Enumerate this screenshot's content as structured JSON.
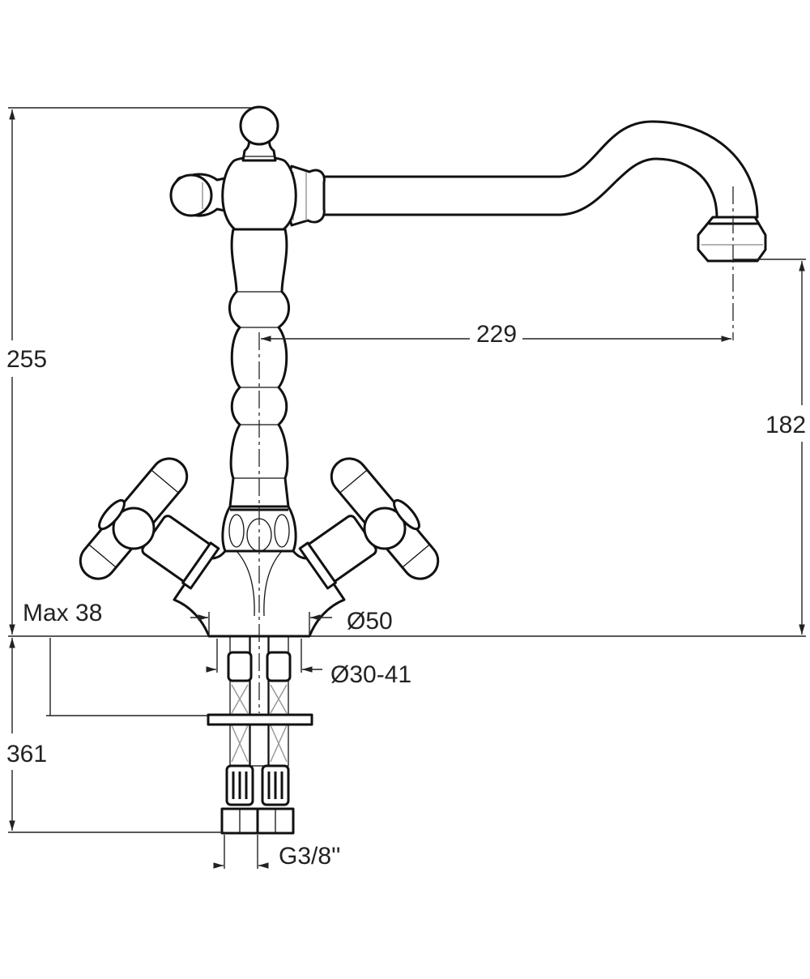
{
  "title": "Faucet technical drawing",
  "dimensions": {
    "total_height": "255",
    "spout_height": "182",
    "spout_reach": "229",
    "max_thickness": "Max 38",
    "base_diameter": "Ø50",
    "hole_diameter": "Ø30-41",
    "hose_length": "361",
    "connection": "G3/8''"
  }
}
